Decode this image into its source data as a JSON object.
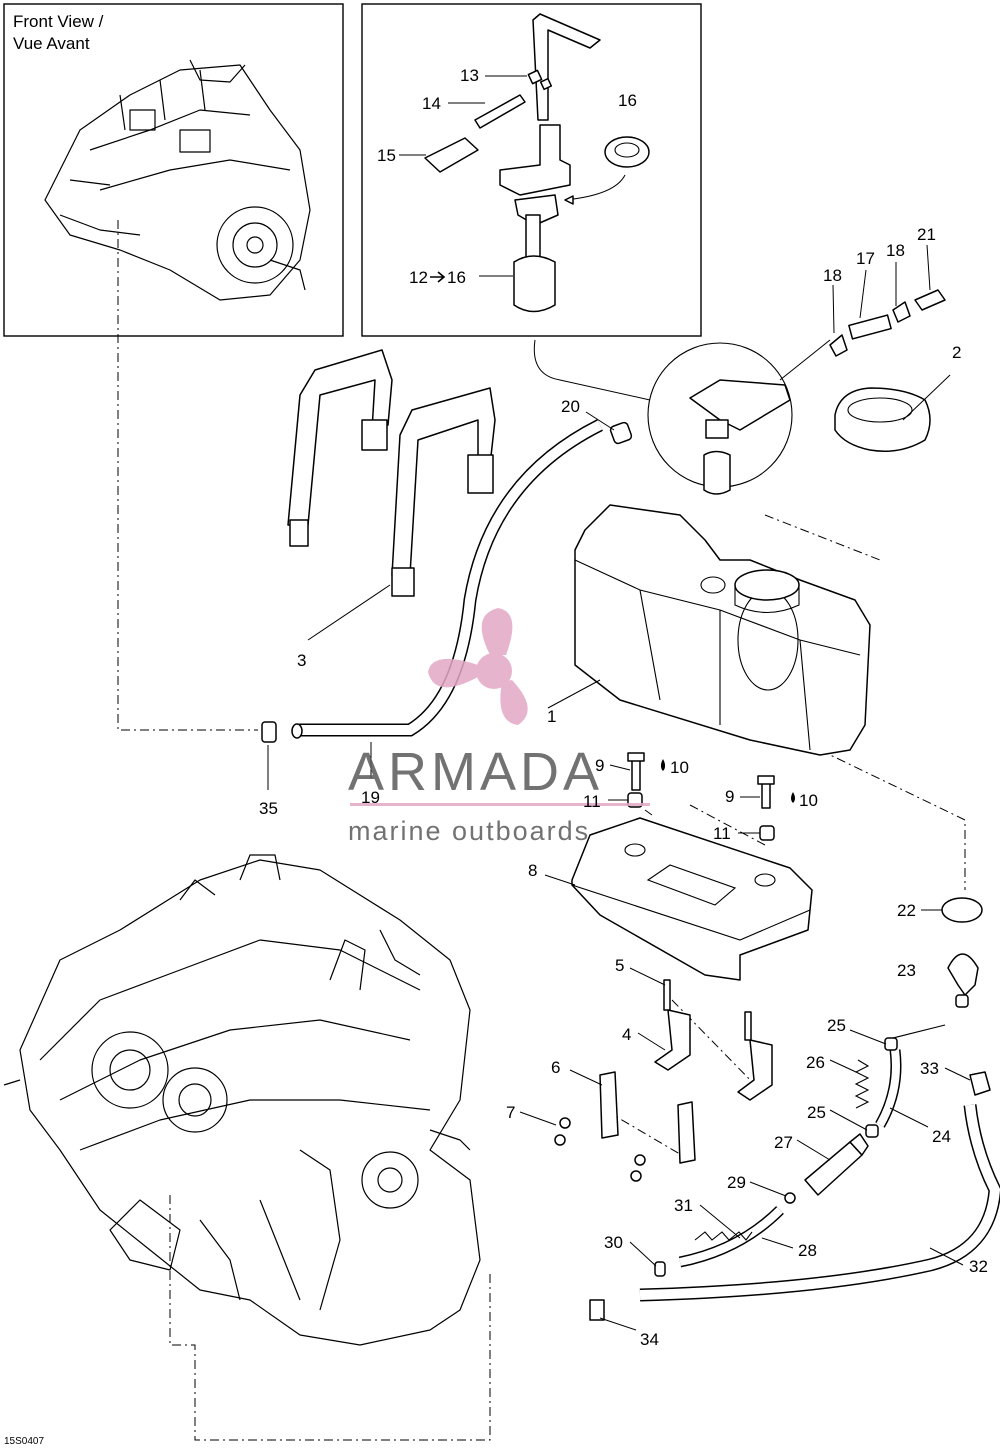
{
  "inset_front_view": {
    "line1": "Front View /",
    "line2": "Vue Avant"
  },
  "labels": {
    "p1": "1",
    "p2": "2",
    "p3": "3",
    "p4": "4",
    "p5": "5",
    "p6": "6",
    "p7": "7",
    "p8": "8",
    "p9a": "9",
    "p9b": "9",
    "p10a": "10",
    "p10b": "10",
    "p11a": "11",
    "p11b": "11",
    "p12": "12",
    "p12_16": "16",
    "p13": "13",
    "p14": "14",
    "p15": "15",
    "p16": "16",
    "p17": "17",
    "p18a": "18",
    "p18b": "18",
    "p19": "19",
    "p20": "20",
    "p21": "21",
    "p22": "22",
    "p23": "23",
    "p24": "24",
    "p25a": "25",
    "p25b": "25",
    "p26": "26",
    "p27": "27",
    "p28": "28",
    "p29": "29",
    "p30": "30",
    "p31": "31",
    "p32": "32",
    "p33": "33",
    "p34": "34",
    "p35": "35"
  },
  "drawing_code": "15S0407",
  "watermark": {
    "brand": "ARMADA",
    "tagline": "marine outboards",
    "accent_color": "#e3a7c5"
  },
  "line_color": "#000000"
}
